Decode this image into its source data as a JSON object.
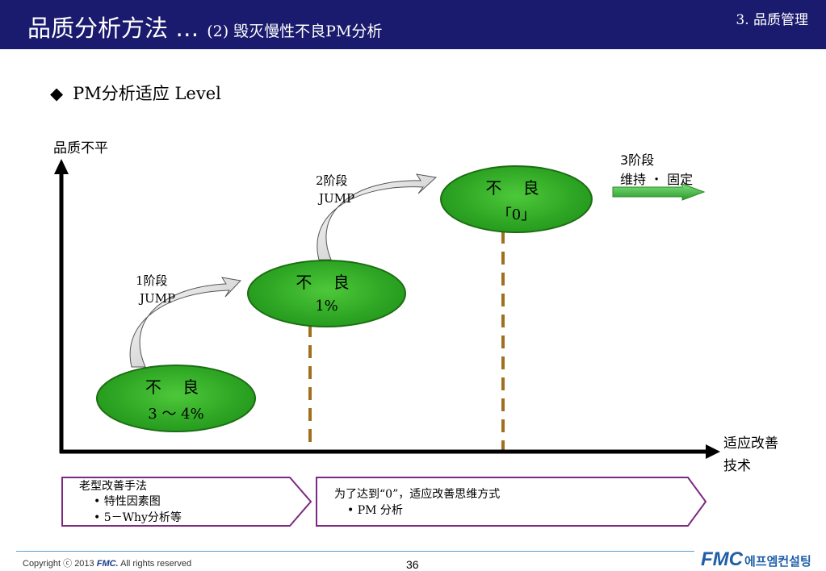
{
  "header": {
    "title": "品质分析方法 …",
    "subtitle": "(2) 毁灭慢性不良PM分析",
    "section": "3. 品质管理"
  },
  "bullet": {
    "mark": "◆",
    "text": "PM分析适应 Level"
  },
  "axes": {
    "y_label": "品质不平",
    "x_label_line1": "适应改善",
    "x_label_line2": "技术"
  },
  "stages": {
    "s1_line1": "1阶段",
    "s1_line2": "JUMP",
    "s2_line1": "2阶段",
    "s2_line2": "JUMP",
    "s3_line1": "3阶段",
    "s3_line2": "维持 ・ 固定"
  },
  "ellipses": [
    {
      "line1": "不 良",
      "line2": "3 ～ 4%"
    },
    {
      "line1": "不 良",
      "line2": "1%"
    },
    {
      "line1": "不 良",
      "line2": "「0」"
    }
  ],
  "box_left": {
    "heading": "老型改善手法",
    "item1": "• 特性因素图",
    "item2": "• 5－Why分析等"
  },
  "box_right": {
    "heading": "为了达到“0”，适应改善思维方式",
    "item1": "• PM 分析"
  },
  "footer": {
    "copyright_prefix": "Copyright ⓒ 2013",
    "brand": "FMC.",
    "copyright_suffix": "All rights reserved",
    "page_number": "36",
    "logo_text": "FMC",
    "logo_korean": "에프엠컨설팅"
  },
  "colors": {
    "header_bg": "#1a1a6e",
    "ellipse_green": "#2ea624",
    "arrow_green": "#3cb43c",
    "box_border": "#7b2a82",
    "dash": "#a07020"
  }
}
